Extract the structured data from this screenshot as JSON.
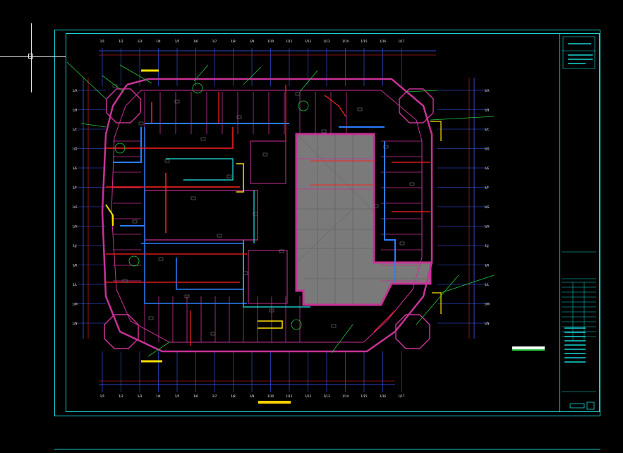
{
  "canvas": {
    "background": "#000000"
  },
  "colors": {
    "frame": "#19d3d3",
    "wall": "#c83296",
    "red_pipe": "#ff2020",
    "blue_pipe": "#2a7dff",
    "cyan_pipe": "#22e6e6",
    "green_leader": "#22c43a",
    "gray_slab": "#7a7a7a",
    "yellow": "#ffe000",
    "axis_blue": "#3b5bff",
    "white": "#ffffff"
  },
  "cursor": {
    "type": "crosshair",
    "icon": "crosshair-cursor-icon"
  },
  "drawing": {
    "top_axis_labels": [
      "1/1",
      "1/2",
      "1/3",
      "1/4",
      "1/5",
      "1/6",
      "1/7",
      "1/8",
      "1/9",
      "1/10",
      "1/11",
      "1/12",
      "1/13",
      "1/14",
      "1/15",
      "1/16",
      "1/17"
    ],
    "bottom_axis_labels": [
      "1/1",
      "1/2",
      "1/3",
      "1/4",
      "1/5",
      "1/6",
      "1/7",
      "1/8",
      "1/9",
      "1/10",
      "1/11",
      "1/12",
      "1/13",
      "1/14",
      "1/15",
      "1/16",
      "1/17"
    ],
    "left_axis_labels": [
      "1/A",
      "1/B",
      "1/C",
      "1/D",
      "1/E",
      "1/F",
      "1/G",
      "1/H",
      "1/J",
      "1/K",
      "1/L",
      "1/M",
      "1/N"
    ],
    "right_axis_labels": [
      "1/A",
      "1/B",
      "1/C",
      "1/D",
      "1/E",
      "1/F",
      "1/G",
      "1/H",
      "1/J",
      "1/K",
      "1/L",
      "1/M",
      "1/N"
    ],
    "title_bar_label": ""
  },
  "title_block": {
    "rows": 12
  }
}
